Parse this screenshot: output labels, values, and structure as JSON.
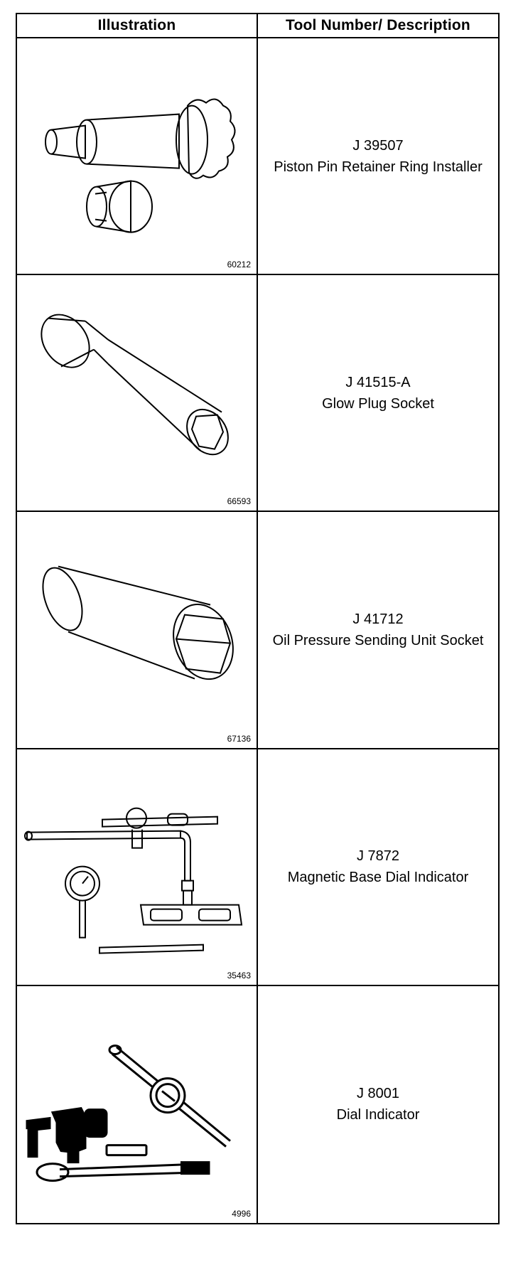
{
  "table": {
    "header": {
      "illustration": "Illustration",
      "description": "Tool Number/ Description"
    },
    "rows": [
      {
        "figure_id": "60212",
        "tool_number": "J 39507",
        "description": "Piston Pin Retainer Ring Installer"
      },
      {
        "figure_id": "66593",
        "tool_number": "J 41515-A",
        "description": "Glow Plug Socket"
      },
      {
        "figure_id": "67136",
        "tool_number": "J 41712",
        "description": "Oil Pressure Sending Unit Socket"
      },
      {
        "figure_id": "35463",
        "tool_number": "J 7872",
        "description": "Magnetic Base Dial Indicator"
      },
      {
        "figure_id": "4996",
        "tool_number": "J 8001",
        "description": "Dial Indicator"
      }
    ]
  }
}
